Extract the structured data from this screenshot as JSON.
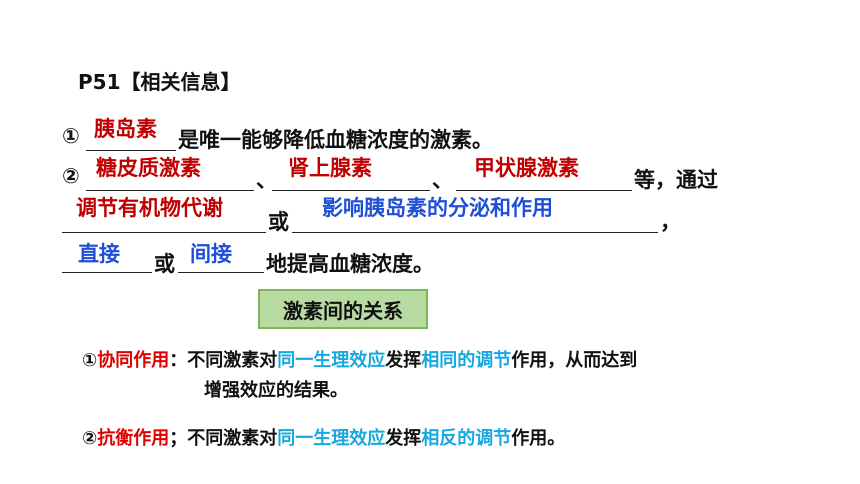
{
  "title": "P51【相关信息】",
  "q1": {
    "prefix": "①",
    "answer": "胰岛素",
    "text": "是唯一能够降低血糖浓度的激素。"
  },
  "q2": {
    "prefix": "②",
    "answers": [
      "糖皮质激素",
      "肾上腺素",
      "甲状腺激素"
    ],
    "sep": "、",
    "text_after": "等，通过",
    "answer_line2_a": "调节有机物代谢",
    "or1": "或",
    "answer_line2_b": "影响胰岛素的分泌和作用",
    "comma": "，",
    "answer_line3_a": "直接",
    "or2": "或",
    "answer_line3_b": "间接",
    "text_end": "地提高血糖浓度。"
  },
  "box_label": "激素间的关系",
  "relation1": {
    "prefix": "①",
    "term": "协同作用",
    "p1": "：不同激素对",
    "h1": "同一生理效应",
    "p2": "发挥",
    "h2": "相同的调节",
    "p3": "作用，从而达到",
    "line2": "增强效应的结果。"
  },
  "relation2": {
    "prefix": "②",
    "term": "抗衡作用",
    "p1": "；不同激素对",
    "h1": "同一生理效应",
    "p2": "发挥",
    "h2": "相反的调节",
    "p3": "作用。"
  },
  "colors": {
    "answer_red": "#c00000",
    "answer_blue": "#1f4ed8",
    "term_red": "#e00000",
    "highlight_cyan": "#18a8e0",
    "box_fill": "#b8dba2"
  }
}
